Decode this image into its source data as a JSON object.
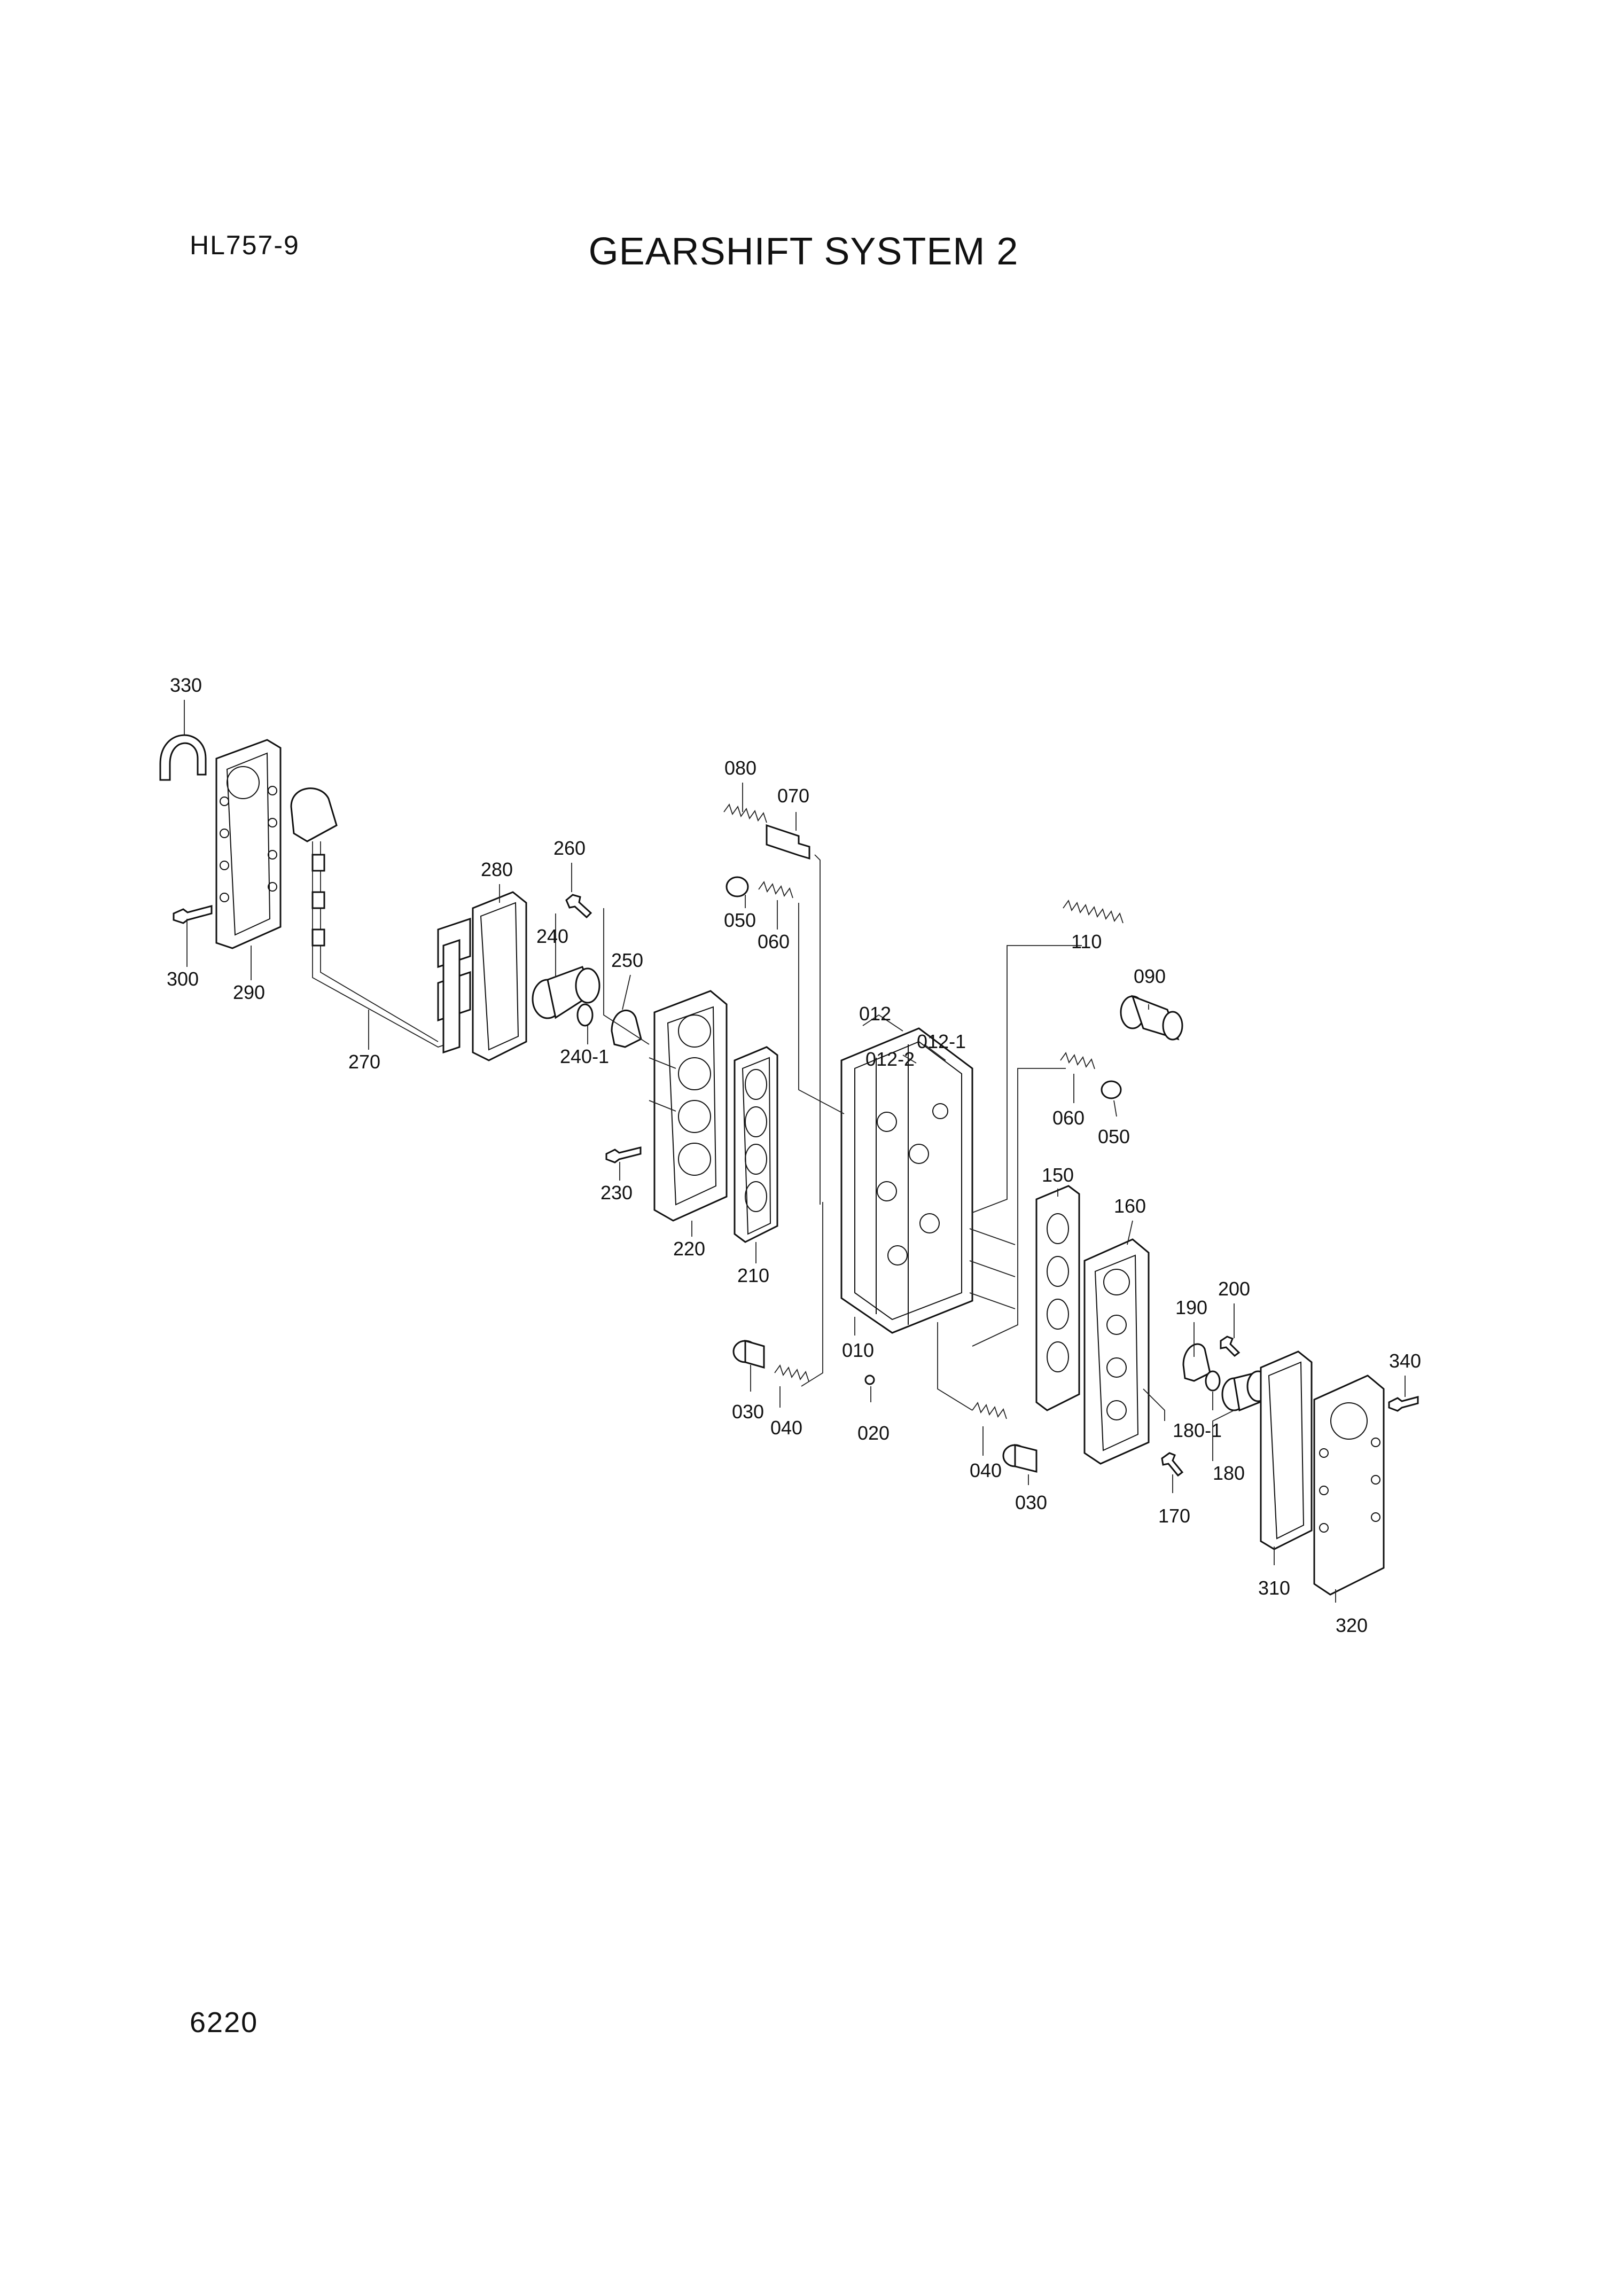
{
  "header": {
    "model": "HL757-9",
    "title": "GEARSHIFT SYSTEM 2"
  },
  "footer": {
    "page_number": "6220"
  },
  "diagram": {
    "callouts": [
      "330",
      "300",
      "290",
      "270",
      "280",
      "260",
      "240",
      "250",
      "240-1",
      "230",
      "220",
      "210",
      "080",
      "070",
      "050",
      "060",
      "012",
      "012-1",
      "012-2",
      "010",
      "020",
      "030",
      "040",
      "110",
      "090",
      "060",
      "050",
      "150",
      "160",
      "190",
      "200",
      "180-1",
      "180",
      "170",
      "040",
      "030",
      "310",
      "320",
      "340"
    ]
  }
}
